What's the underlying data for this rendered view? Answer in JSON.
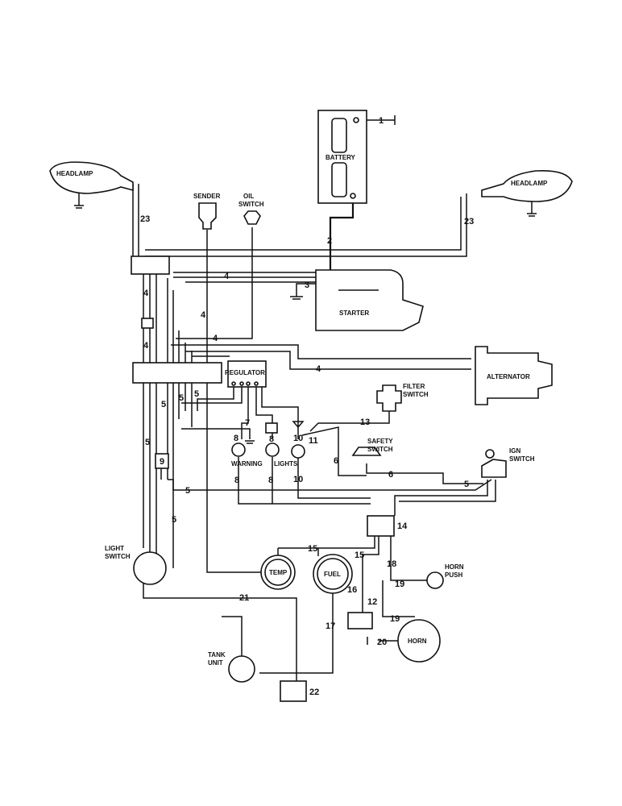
{
  "components": {
    "battery": "BATTERY",
    "headlamp_left": "HEADLAMP",
    "headlamp_right": "HEADLAMP",
    "sender": "SENDER",
    "oil_switch": [
      "OIL",
      "SWITCH"
    ],
    "starter": "STARTER",
    "regulator": "REGULATOR",
    "alternator": "ALTERNATOR",
    "filter_switch": [
      "FILTER",
      "SWITCH"
    ],
    "safety_switch": [
      "SAFETY",
      "SWITCH"
    ],
    "ign_switch": [
      "IGN",
      "SWITCH"
    ],
    "warning": "WARNING",
    "lights": "LIGHTS",
    "light_switch": [
      "LIGHT",
      "SWITCH"
    ],
    "temp": "TEMP",
    "fuel": "FUEL",
    "horn_push": [
      "HORN",
      "PUSH"
    ],
    "horn": "HORN",
    "tank_unit": [
      "TANK",
      "UNIT"
    ]
  },
  "wire_numbers": {
    "n1": "1",
    "n2": "2",
    "n3": "3",
    "n4a": "4",
    "n4b": "4",
    "n4c": "4",
    "n4d": "4",
    "n4e": "4",
    "n4f": "4",
    "n5a": "5",
    "n5b": "5",
    "n5c": "5",
    "n5d": "5",
    "n5e": "5",
    "n5f": "5",
    "n5g": "5",
    "n6a": "6",
    "n6b": "6",
    "n7": "7",
    "n8a": "8",
    "n8b": "8",
    "n8c": "8",
    "n8d": "8",
    "n9": "9",
    "n10a": "10",
    "n10b": "10",
    "n11": "11",
    "n12": "12",
    "n13": "13",
    "n14": "14",
    "n15a": "15",
    "n15b": "15",
    "n16": "16",
    "n17": "17",
    "n18": "18",
    "n19a": "19",
    "n19b": "19",
    "n20": "20",
    "n21": "21",
    "n22": "22",
    "n23a": "23",
    "n23b": "23"
  }
}
